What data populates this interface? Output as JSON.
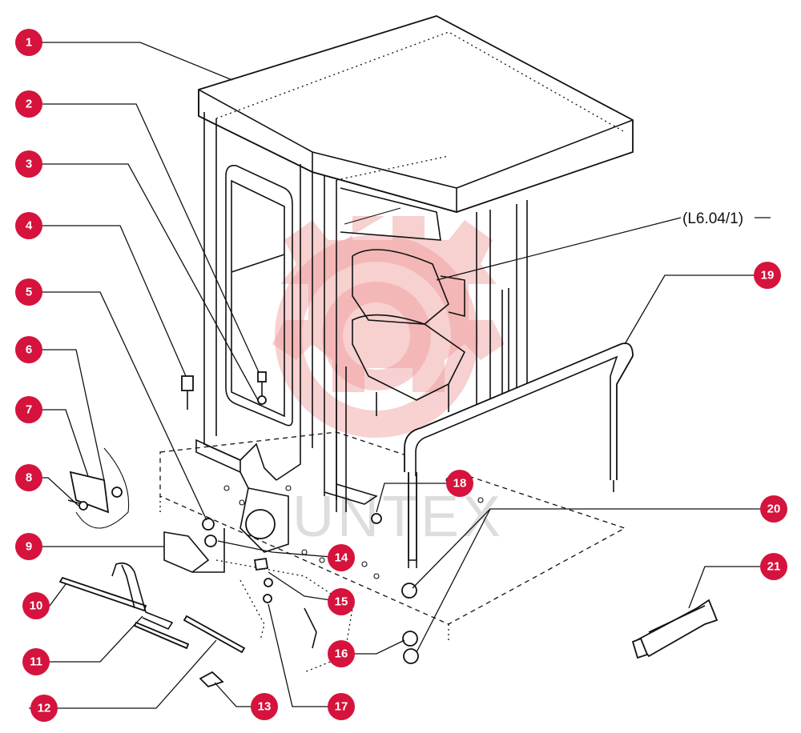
{
  "reference_label": "(L6.04/1)",
  "watermark": "UNTEX",
  "colors": {
    "callout": "#d5133c",
    "callout_text": "#ffffff",
    "linework": "#111111",
    "watermark_logo": "#f2b8b8"
  },
  "callouts": [
    {
      "n": "1"
    },
    {
      "n": "2"
    },
    {
      "n": "3"
    },
    {
      "n": "4"
    },
    {
      "n": "5"
    },
    {
      "n": "6"
    },
    {
      "n": "7"
    },
    {
      "n": "8"
    },
    {
      "n": "9"
    },
    {
      "n": "10"
    },
    {
      "n": "11"
    },
    {
      "n": "12"
    },
    {
      "n": "13"
    },
    {
      "n": "14"
    },
    {
      "n": "15"
    },
    {
      "n": "16"
    },
    {
      "n": "17"
    },
    {
      "n": "18"
    },
    {
      "n": "19"
    },
    {
      "n": "20"
    },
    {
      "n": "21"
    }
  ]
}
